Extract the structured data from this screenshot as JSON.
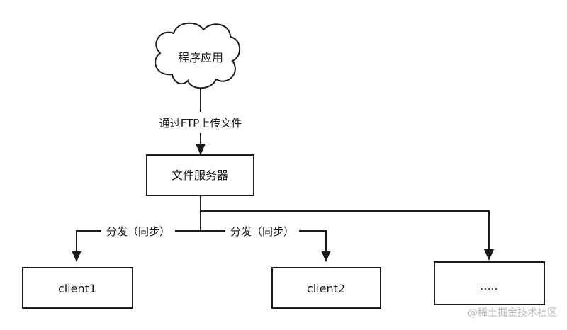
{
  "diagram": {
    "nodes": {
      "app": "程序应用",
      "server": "文件服务器",
      "client1": "client1",
      "client2": "client2",
      "more": "....."
    },
    "edges": {
      "upload": "通过FTP上传文件",
      "dist_left": "分发（同步）",
      "dist_mid": "分发（同步）"
    },
    "watermark": "@稀土掘金技术社区"
  }
}
